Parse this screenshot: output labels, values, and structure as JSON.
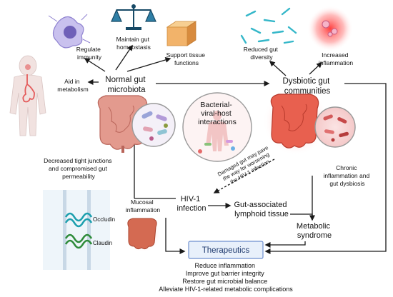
{
  "labels": {
    "regulate_immunity": [
      "Regulate",
      "immunity"
    ],
    "maintain_gut_homeostasis": [
      "Maintain gut",
      "homeostasis"
    ],
    "support_tissue_functions": [
      "Support tissue",
      "functions"
    ],
    "reduced_gut_diversity": [
      "Reduced gut",
      "diversity"
    ],
    "increased_inflammation": [
      "Increased",
      "inflammation"
    ],
    "aid_in_metabolism": [
      "Aid in",
      "metabolism"
    ],
    "normal_gut_microbiota": [
      "Normal gut",
      "microbiota"
    ],
    "dysbiotic_gut_communities": [
      "Dysbiotic gut",
      "communities"
    ],
    "bacterial_viral_host": [
      "Bacterial-",
      "viral-host",
      "interactions"
    ],
    "damaged_gut": [
      "Damaged gut may pave",
      "the way for worsening",
      "the HIV-1 infection"
    ],
    "decreased_tight_junctions": [
      "Decreased tight junctions",
      "and compromised gut",
      "permeability"
    ],
    "chronic_inflammation": [
      "Chronic",
      "inflammation and",
      "gut dysbiosis"
    ],
    "occludin": "Occludin",
    "claudin": "Claudin",
    "mucosal_inflammation": [
      "Mucosal",
      "inflammation"
    ],
    "hiv_infection": [
      "HIV-1",
      "infection"
    ],
    "galt": [
      "Gut-associated",
      "lymphoid tissue"
    ],
    "metabolic_syndrome": [
      "Metabolic",
      "syndrome"
    ],
    "therapeutics": "Therapeutics",
    "outcomes": [
      "Reduce inflammation",
      "Improve gut barrier integrity",
      "Restore gut microbial balance",
      "Alleviate HIV-1-related metabolic complications"
    ]
  },
  "colors": {
    "arrow": "#1a1a1a",
    "healthy_gut": "#d9857c",
    "dysbiotic_glow": "#ff3b3b",
    "therapeutics_fill": "#e8f0fb",
    "therapeutics_border": "#6e8fcf",
    "occludin": "#1c9fae",
    "claudin": "#2e8b3a",
    "macrophage": "#9b8fd6",
    "scale": "#174a66",
    "tissue_cube": "#f2b36a"
  }
}
